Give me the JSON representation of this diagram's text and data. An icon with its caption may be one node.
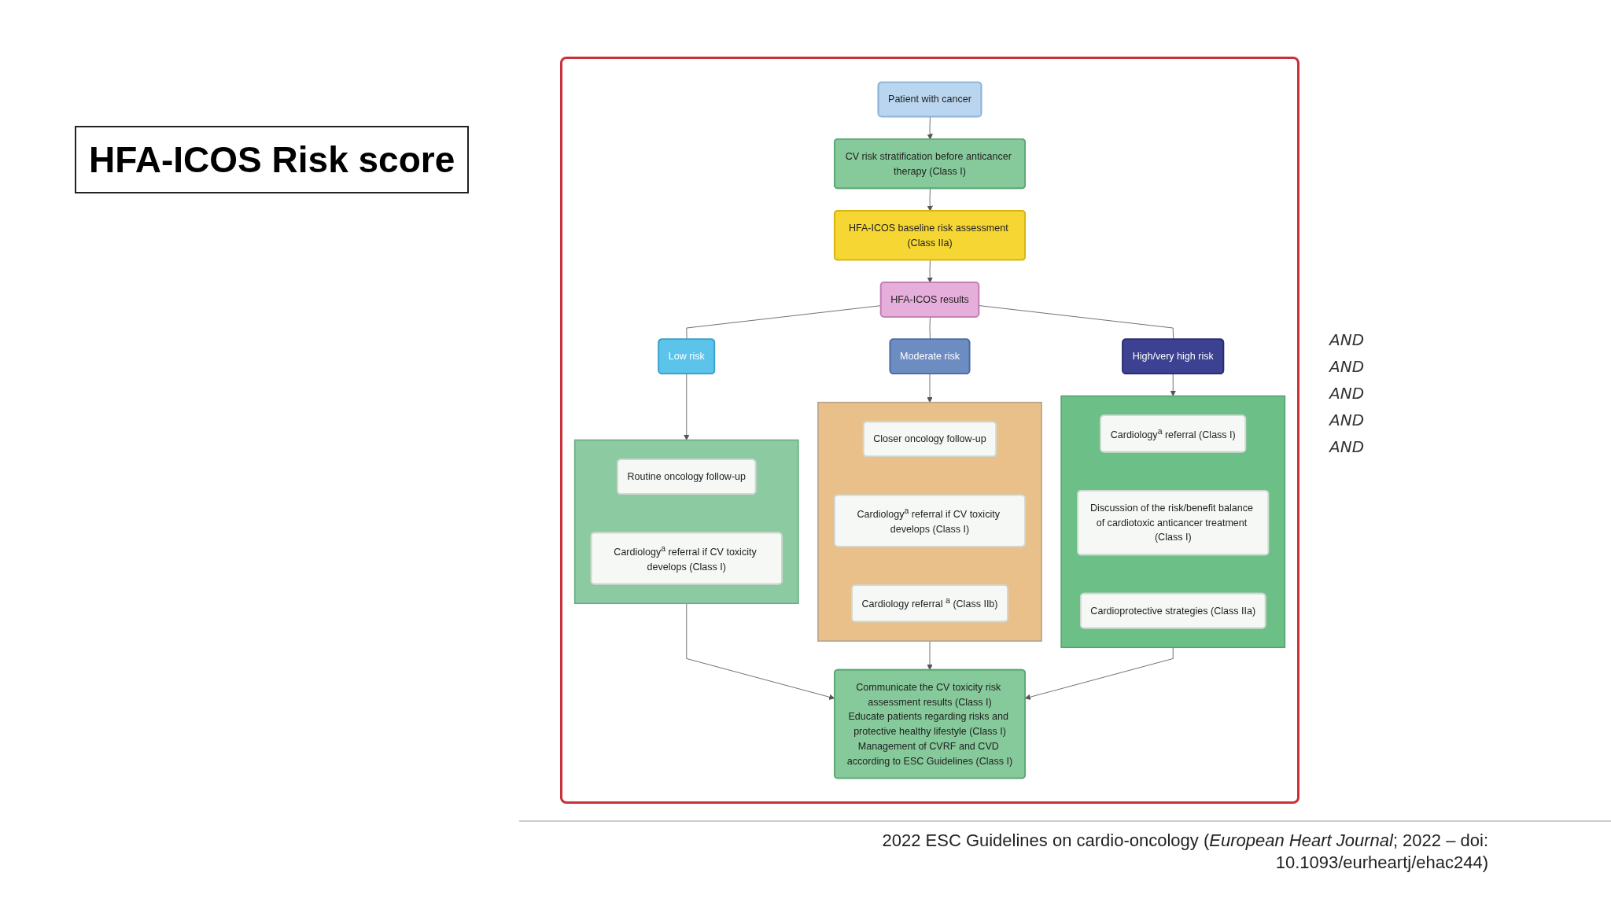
{
  "diagram": {
    "title": "HFA-ICOS Risk score",
    "caption": "2022 ESC Guidelines on cardio-oncology (*European Heart Journal*; 2022 – doi: 10.1093/eurheartj/ehac244)",
    "nodes": [
      {
        "text": [
          "Patient with cancer"
        ]
      },
      {
        "text": [
          "CV risk stratification before anticancer therapy (Class I)"
        ]
      },
      {
        "text": [
          "HFA-ICOS baseline risk assessment (Class IIa)"
        ]
      },
      {
        "text": [
          "HFA-ICOS results"
        ]
      },
      {
        "text": [
          "Low risk"
        ]
      },
      {
        "text": [
          "Moderate risk"
        ]
      },
      {
        "text": [
          "High/very high risk"
        ]
      },
      {
        "text": [],
        "shape": "box"
      },
      {
        "text": [
          "Routine oncology follow-up"
        ],
        "in": 7
      },
      {
        "text": [
          "Cardiology$^{a}$ referral if CV toxicity develops (Class I)"
        ],
        "in": 7
      },
      {
        "text": [],
        "shape": "box"
      },
      {
        "text": [
          "Closer oncology follow-up"
        ],
        "in": 10
      },
      {
        "text": [
          "Cardiology$^{a}$ referral if CV toxicity develops (Class I)"
        ],
        "in": 10
      },
      {
        "text": [
          "Cardiology referral $^{a}$ (Class IIb)"
        ],
        "in": 10
      },
      {
        "text": [],
        "shape": "box"
      },
      {
        "text": [
          "Cardiology$^{a}$ referral (Class I)"
        ],
        "in": 14
      },
      {
        "text": [
          "Discussion of the risk/benefit balance of cardiotoxic anticancer treatment (Class I)"
        ],
        "in": 14
      },
      {
        "text": [
          "Cardioprotective strategies (Class IIa)"
        ],
        "in": 14
      },
      {
        "text": [
          "Communicate the CV toxicity risk assessment results (Class I)",
          "Educate patients regarding risks and protective healthy lifestyle (Class I)",
          "Management of CVRF and CVD according to ESC Guidelines (Class I)"
        ]
      }
    ],
    "edges": [
      {
        "from": 0,
        "to": 1,
        "arrow": "to"
      },
      {
        "from": 1,
        "to": 2,
        "arrow": "to"
      },
      {
        "from": 2,
        "to": 3,
        "arrow": "to"
      },
      {
        "from": 3,
        "to": 4,
        "arrow": "none"
      },
      {
        "from": 3,
        "to": 5,
        "arrow": "none"
      },
      {
        "from": 3,
        "to": 6,
        "arrow": "none"
      },
      {
        "from": 4,
        "to": 7,
        "arrow": "to"
      },
      {
        "from": 5,
        "to": 10,
        "arrow": "to"
      },
      {
        "from": 6,
        "to": 14,
        "arrow": "to"
      },
      {
        "from": 7,
        "to": 18,
        "arrow": "to"
      },
      {
        "from": 10,
        "to": 18,
        "arrow": "to"
      },
      {
        "from": 14,
        "to": 18,
        "arrow": "to"
      }
    ],
    "labels": [
      "AND",
      "AND",
      "AND",
      "AND",
      "AND"
    ]
  }
}
